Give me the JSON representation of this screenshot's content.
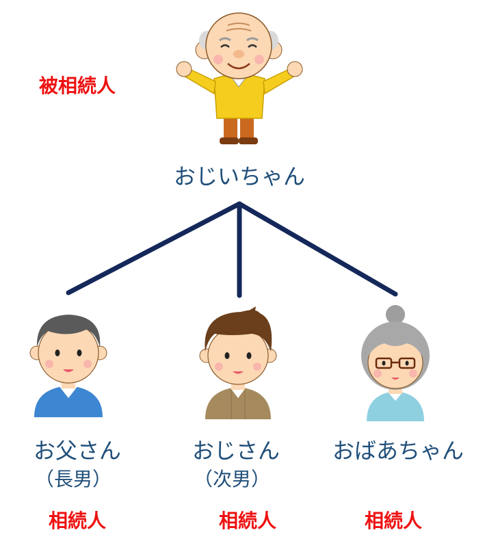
{
  "decedent": {
    "role": "被相続人",
    "name": "おじいちゃん"
  },
  "heirs": [
    {
      "name": "お父さん",
      "relation": "（長男）",
      "role": "相続人"
    },
    {
      "name": "おじさん",
      "relation": "（次男）",
      "role": "相続人"
    },
    {
      "name": "おばあちゃん",
      "relation": "",
      "role": "相続人"
    }
  ],
  "colors": {
    "connector": "#14285a",
    "name_text": "#1f4e79",
    "role_text": "#ee1111"
  }
}
